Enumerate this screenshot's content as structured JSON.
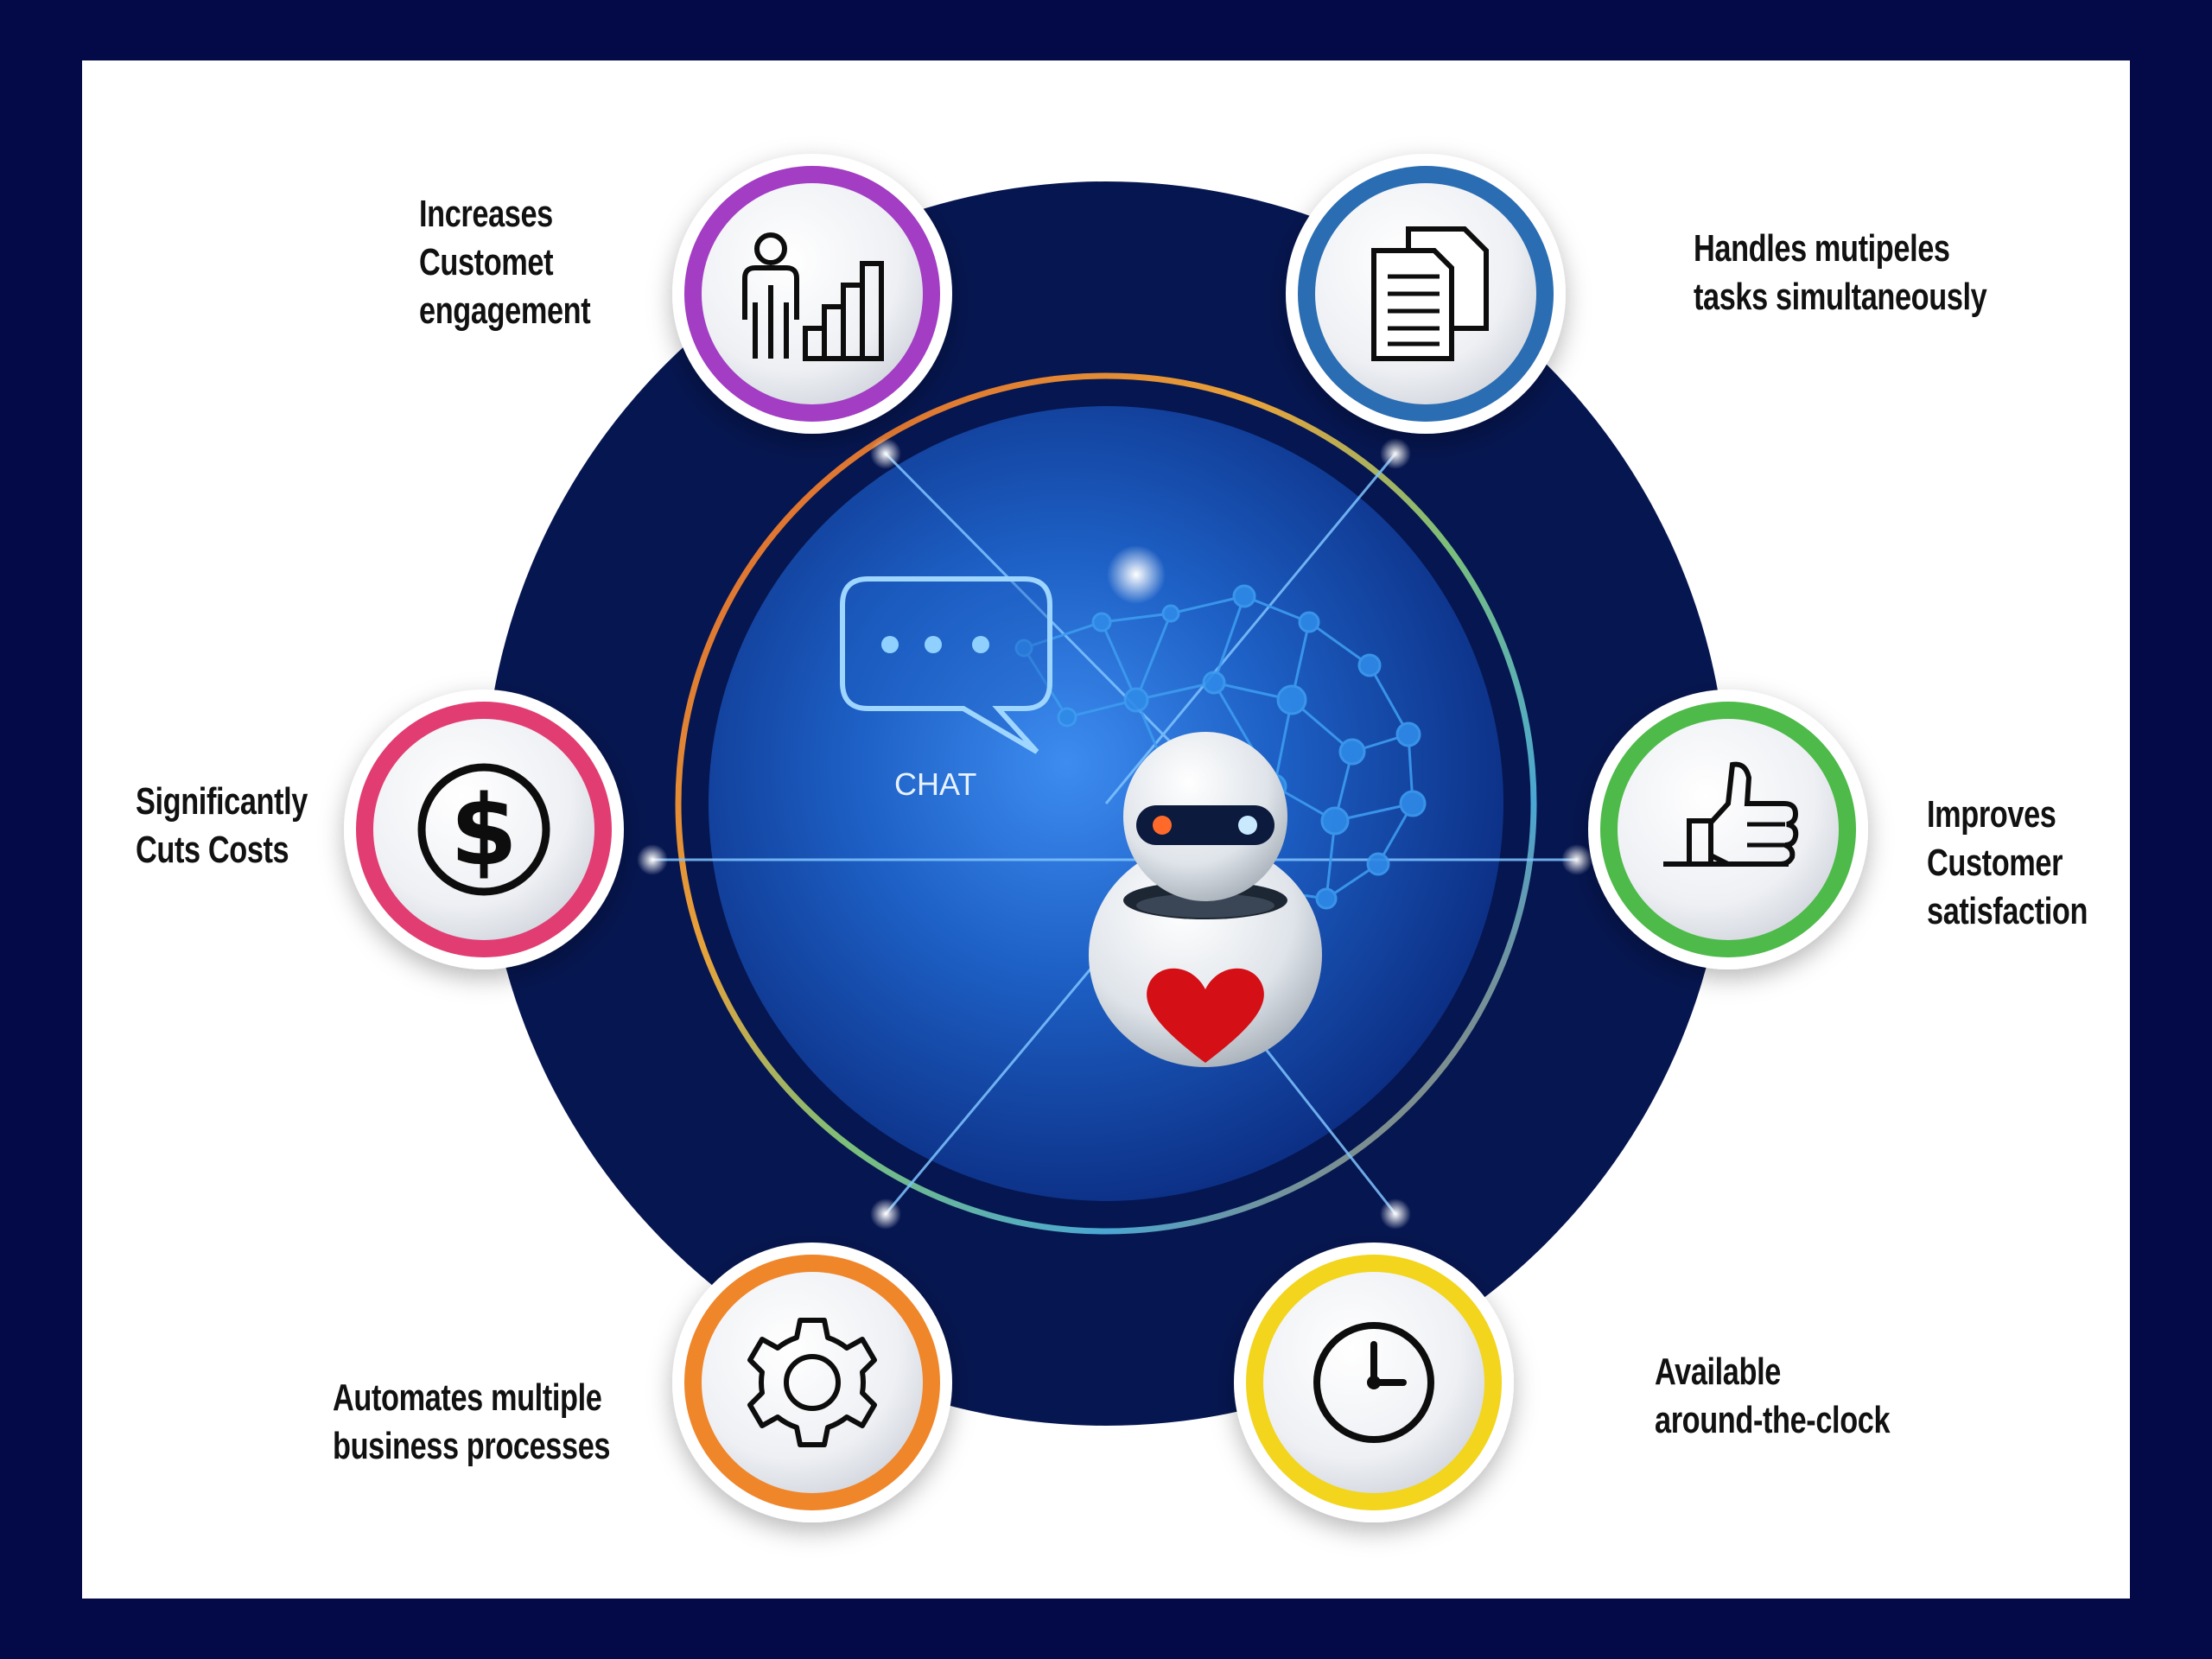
{
  "colors": {
    "page_background": "#040a47",
    "panel_background": "#ffffff",
    "outer_circle": "#061650",
    "inner_glow": "#1f6fd6",
    "purple": "#a23cc4",
    "blue": "#2a6db3",
    "pink": "#e23d72",
    "green": "#4dba4a",
    "orange": "#f0862c",
    "yellow": "#f2d51c",
    "heart": "#d40f16"
  },
  "center": {
    "chat_label": "CHAT",
    "icons": [
      "chat-bubble-icon",
      "robot-icon",
      "heart-icon",
      "neural-network-icon"
    ]
  },
  "features": [
    {
      "id": "engagement",
      "icon": "person-bar-chart-icon",
      "ring_color": "#a23cc4",
      "lines": [
        "Increases",
        "Customet",
        "engagement"
      ]
    },
    {
      "id": "multitask",
      "icon": "documents-icon",
      "ring_color": "#2a6db3",
      "lines": [
        "Handles mutipeles",
        "tasks simultaneously"
      ]
    },
    {
      "id": "costs",
      "icon": "dollar-icon",
      "ring_color": "#e23d72",
      "lines": [
        "Significantly",
        "Cuts Costs"
      ]
    },
    {
      "id": "satisfaction",
      "icon": "thumbs-up-icon",
      "ring_color": "#4dba4a",
      "lines": [
        "Improves",
        "Customer",
        "satisfaction"
      ]
    },
    {
      "id": "automation",
      "icon": "gear-icon",
      "ring_color": "#f0862c",
      "lines": [
        "Automates multiple",
        "business processes"
      ]
    },
    {
      "id": "availability",
      "icon": "clock-icon",
      "ring_color": "#f2d51c",
      "lines": [
        "Available",
        "around-the-clock"
      ]
    }
  ]
}
